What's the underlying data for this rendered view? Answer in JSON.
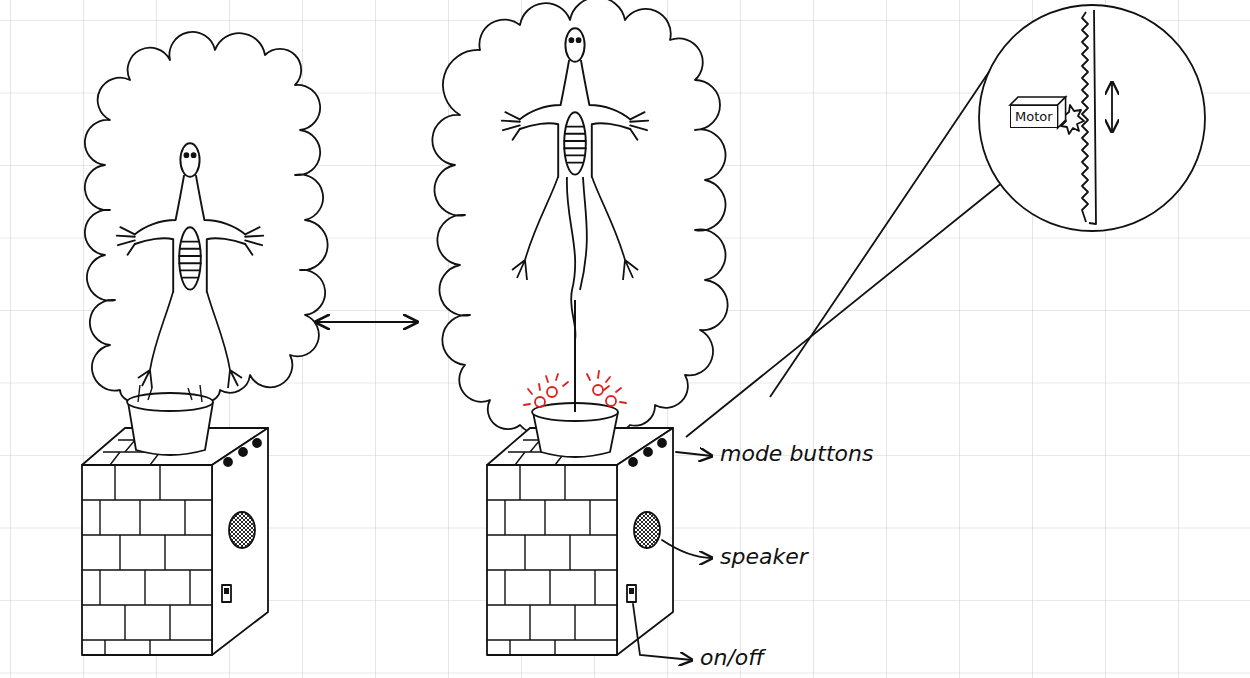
{
  "diagram": {
    "nodes": [
      {
        "text": [
          "Motor"
        ]
      }
    ],
    "labels": [
      "mode buttons",
      "speaker",
      "on/off"
    ]
  }
}
